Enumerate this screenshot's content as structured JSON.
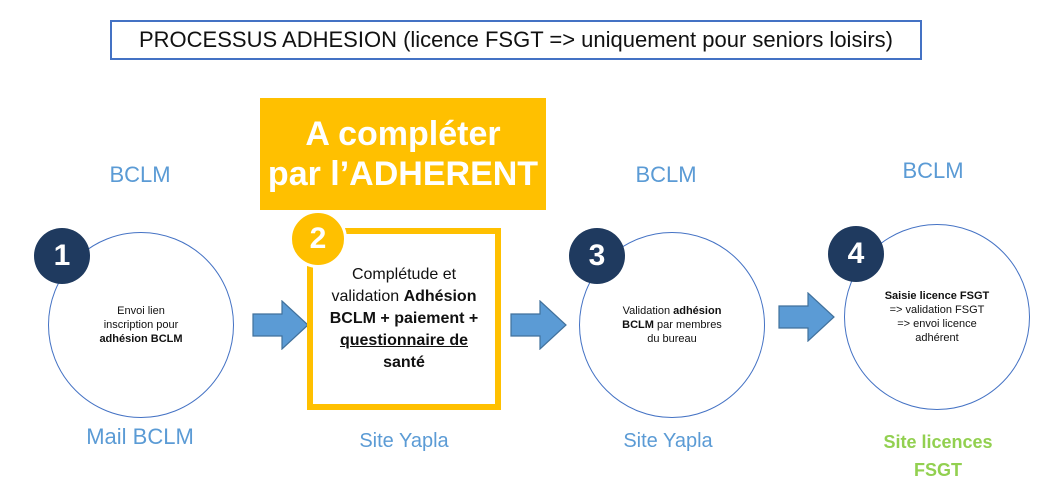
{
  "title": "PROCESSUS ADHESION (licence FSGT => uniquement pour seniors loisirs)",
  "banner": {
    "line1": "A compléter",
    "line2": "par l’ADHERENT"
  },
  "steps": [
    {
      "number": "1",
      "actor_top": "BCLM",
      "text_l1": "Envoi lien",
      "text_l2": "inscription pour",
      "text_l3_bold": "adhésion BCLM",
      "actor_bottom": "Mail BCLM"
    },
    {
      "number": "2",
      "text_l1": "Complétude et",
      "text_l2_a": "validation ",
      "text_l2_b": "Adhésion",
      "text_l3": "BCLM  + paiement +",
      "text_l4": "questionnaire de",
      "text_l5": "santé",
      "actor_bottom": "Site Yapla"
    },
    {
      "number": "3",
      "actor_top": "BCLM",
      "text_l1_a": "Validation ",
      "text_l1_b": "adhésion",
      "text_l2_a": "BCLM",
      "text_l2_b": " par membres",
      "text_l3": "du bureau",
      "actor_bottom": "Site Yapla"
    },
    {
      "number": "4",
      "actor_top": "BCLM",
      "text_l1_bold": "Saisie licence FSGT",
      "text_l2": "=> validation FSGT",
      "text_l3": "=> envoi licence",
      "text_l4": "adhérent",
      "actor_bottom_l1": "Site licences",
      "actor_bottom_l2": "FSGT"
    }
  ],
  "colors": {
    "accent_blue": "#5b9bd5",
    "dark_navy": "#1f3a5f",
    "gold": "#ffc000",
    "green": "#92d050",
    "border_blue": "#4472c4"
  }
}
